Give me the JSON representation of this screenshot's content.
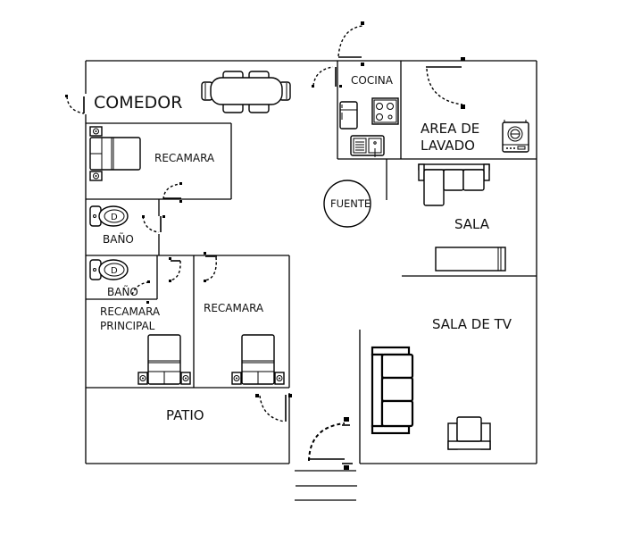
{
  "title": "Floor plan",
  "colors": {
    "line": "#000000",
    "background": "#ffffff",
    "text": "#111111"
  },
  "rooms": {
    "comedor": "COMEDOR",
    "cocina": "COCINA",
    "area_lavado_line1": "AREA DE",
    "area_lavado_line2": "LAVADO",
    "recamara_top": "RECAMARA",
    "bano_1": "BAÑO",
    "bano_2": "BAÑO",
    "recamara_principal_line1": "RECAMARA",
    "recamara_principal_line2": "PRINCIPAL",
    "recamara_middle": "RECAMARA",
    "fuente": "FUENTE",
    "sala": "SALA",
    "sala_tv": "SALA DE TV",
    "patio": "PATIO"
  },
  "furniture": [
    "dining-table-6-chairs",
    "refrigerator",
    "stove-4-burners",
    "kitchen-sink",
    "washing-machine",
    "double-bed",
    "toilet",
    "toilet",
    "bed",
    "bed",
    "l-shaped-sofa",
    "bench-sofa",
    "three-seat-sofa",
    "armchair",
    "fountain"
  ],
  "stairs_steps": 3
}
